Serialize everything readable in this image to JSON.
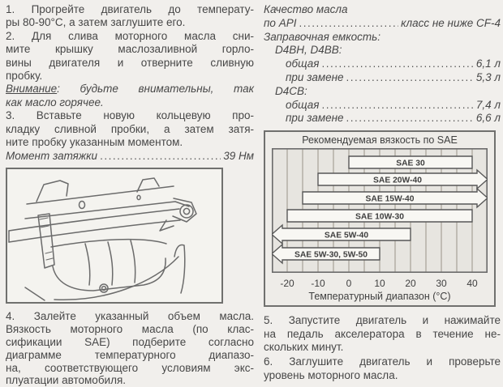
{
  "page": {
    "bg": "#f1efec",
    "ink": "#474747",
    "border": "#70706e"
  },
  "left": {
    "step1": "1. Прогрейте двигатель до температу-\nры 80-90°C, а затем заглушите его.",
    "step2": "2. Для слива моторного масла сни-\nмите крышку маслозаливной горло-\nвины двигателя и отверните сливную\nпробку.",
    "warning": {
      "underlined": "Внимание",
      "rest": ": будьте внимательны, так",
      "line2": "как масло горячее."
    },
    "step3": "3. Вставьте новую кольцевую про-\nкладку сливной пробки, а затем затя-\nните пробку указанным моментом.",
    "torque": {
      "label": "Момент затяжки",
      "value": "39 Нм"
    },
    "illustration": "engine-underside-oil-drain-drawing",
    "step4": "4. Залейте указанный объем масла.\nВязкость моторного масла (по клас-\nсификации SAE) подберите согласно\nдиаграмме температурного диапазо-\nна, соответствующего условиям экс-\nплуатации автомобиля."
  },
  "right": {
    "specs": {
      "quality_line1": "Качество масла",
      "quality": {
        "label": "по API",
        "value": "класс не ниже CF-4"
      },
      "capacity_heading": "Заправочная емкость:",
      "groups": [
        {
          "name": "D4BH, D4BB:",
          "rows": [
            {
              "label": "общая",
              "value": "6,1 л"
            },
            {
              "label": "при замене",
              "value": "5,3 л"
            }
          ]
        },
        {
          "name": "D4CB:",
          "rows": [
            {
              "label": "общая",
              "value": "7,4 л"
            },
            {
              "label": "при замене",
              "value": "6,6 л"
            }
          ]
        }
      ]
    },
    "step5": "5. Запустите двигатель и нажимайте\nна педаль акселератора в течение не-\nскольких минут.",
    "step6": "6. Заглушите двигатель и проверьте\nуровень моторного масла."
  },
  "chart_data": {
    "type": "bar",
    "orientation": "horizontal-range",
    "title": "Рекомендуемая вязкость по SAE",
    "xlabel": "Температурный диапазон (°C)",
    "xlim": [
      -25,
      45
    ],
    "grid_step": 5,
    "grid": "on",
    "xticks": [
      -20,
      -10,
      0,
      10,
      20,
      30,
      40
    ],
    "bars": [
      {
        "label": "SAE 30",
        "from": 0,
        "to": 40,
        "arrow": "none"
      },
      {
        "label": "SAE 20W-40",
        "from": -10,
        "to": 45,
        "arrow": "right"
      },
      {
        "label": "SAE 15W-40",
        "from": -15,
        "to": 45,
        "arrow": "right"
      },
      {
        "label": "SAE 10W-30",
        "from": -20,
        "to": 40,
        "arrow": "none"
      },
      {
        "label": "SAE 5W-40",
        "from": -25,
        "to": 20,
        "arrow": "left"
      },
      {
        "label": "SAE 5W-30, 5W-50",
        "from": -25,
        "to": 10,
        "arrow": "left"
      }
    ],
    "colors": {
      "plot_bg": "#e7e5e0",
      "bar_fill": "#f8f7f3",
      "bar_stroke": "#575757",
      "grid": "#989289"
    }
  }
}
